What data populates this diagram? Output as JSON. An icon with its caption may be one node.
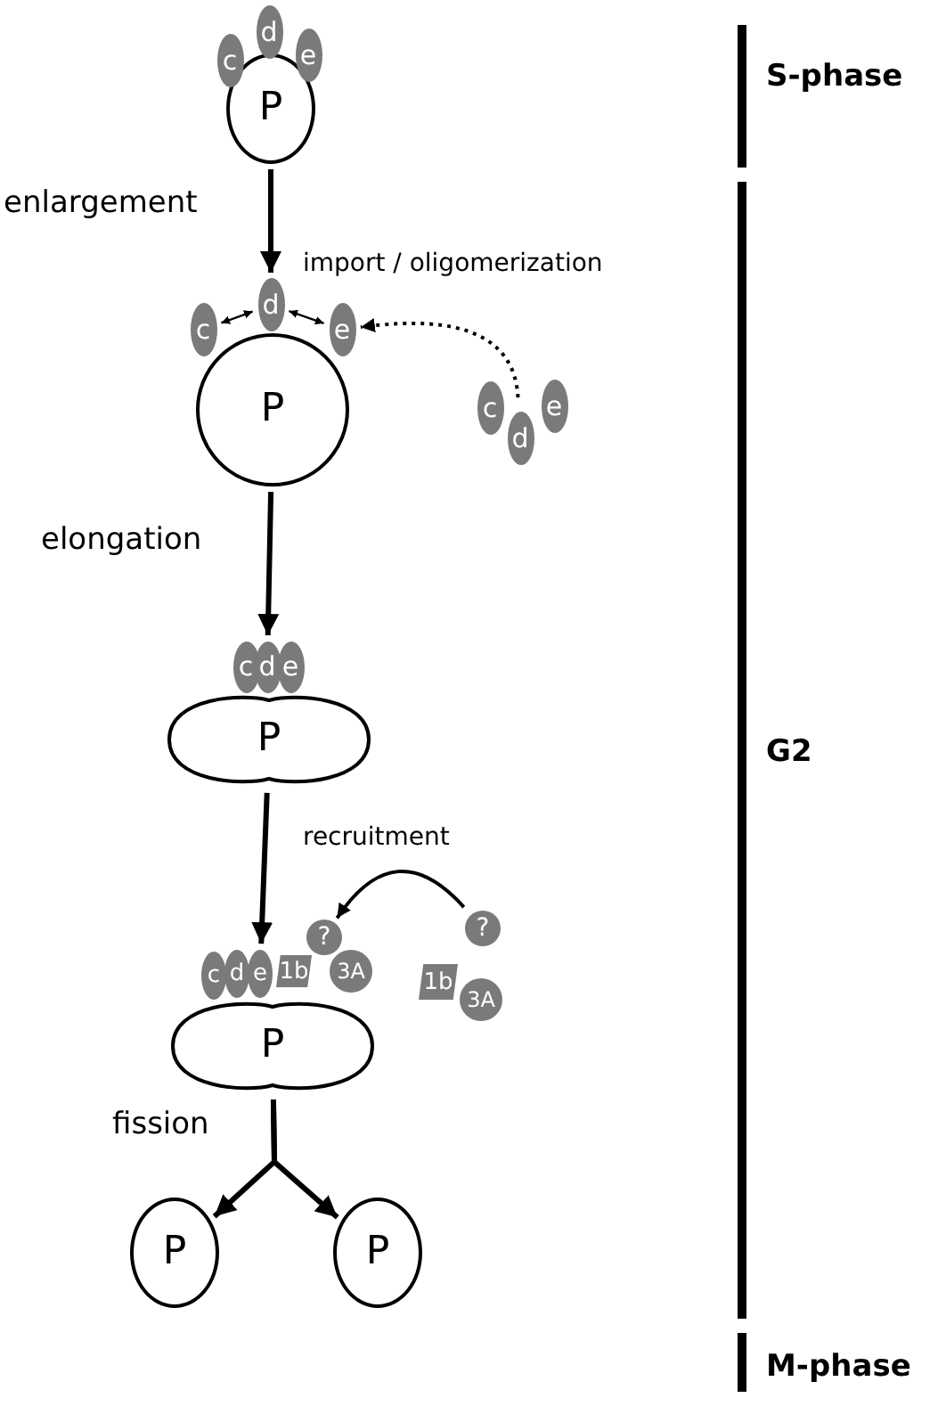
{
  "diagram": {
    "nodes": [
      {
        "text": [
          "c"
        ]
      },
      {
        "text": [
          "d"
        ]
      },
      {
        "text": [
          "e"
        ]
      },
      {
        "text": [
          "P"
        ]
      },
      {
        "text": [
          "c"
        ]
      },
      {
        "text": [
          "d"
        ]
      },
      {
        "text": [
          "e"
        ]
      },
      {
        "text": [
          "P"
        ]
      },
      {
        "text": [
          "c"
        ]
      },
      {
        "text": [
          "d"
        ]
      },
      {
        "text": [
          "e"
        ]
      },
      {
        "text": [
          "c"
        ]
      },
      {
        "text": [
          "d"
        ]
      },
      {
        "text": [
          "e"
        ]
      },
      {
        "text": [
          "P"
        ]
      },
      {
        "text": [
          "c"
        ]
      },
      {
        "text": [
          "d"
        ]
      },
      {
        "text": [
          "e"
        ]
      },
      {
        "text": [
          "1b"
        ]
      },
      {
        "text": [
          "?"
        ]
      },
      {
        "text": [
          "3A"
        ]
      },
      {
        "text": [
          "P"
        ]
      },
      {
        "text": [
          "?"
        ]
      },
      {
        "text": [
          "1b"
        ]
      },
      {
        "text": [
          "3A"
        ]
      },
      {
        "text": [
          "P"
        ]
      },
      {
        "text": [
          "P"
        ]
      }
    ],
    "edges": [
      {
        "from": 3,
        "to": 5,
        "arrow": "to",
        "label": "enlargement"
      },
      {
        "from": 4,
        "to": 5,
        "arrow": "both"
      },
      {
        "from": 5,
        "to": 6,
        "arrow": "both"
      },
      {
        "from": 9,
        "to": 6,
        "arrow": "to",
        "label": "import / oligomerization",
        "style": "dashed"
      },
      {
        "from": 7,
        "to": 12,
        "arrow": "to",
        "label": "elongation"
      },
      {
        "from": 14,
        "to": 17,
        "arrow": "to"
      },
      {
        "from": 22,
        "to": 19,
        "arrow": "to",
        "label": "recruitment"
      },
      {
        "from": 21,
        "to": 25,
        "arrow": "to",
        "label": "fission"
      },
      {
        "from": 21,
        "to": 26,
        "arrow": "to"
      }
    ],
    "labels": [
      "S-phase",
      "G2",
      "M-phase"
    ]
  }
}
